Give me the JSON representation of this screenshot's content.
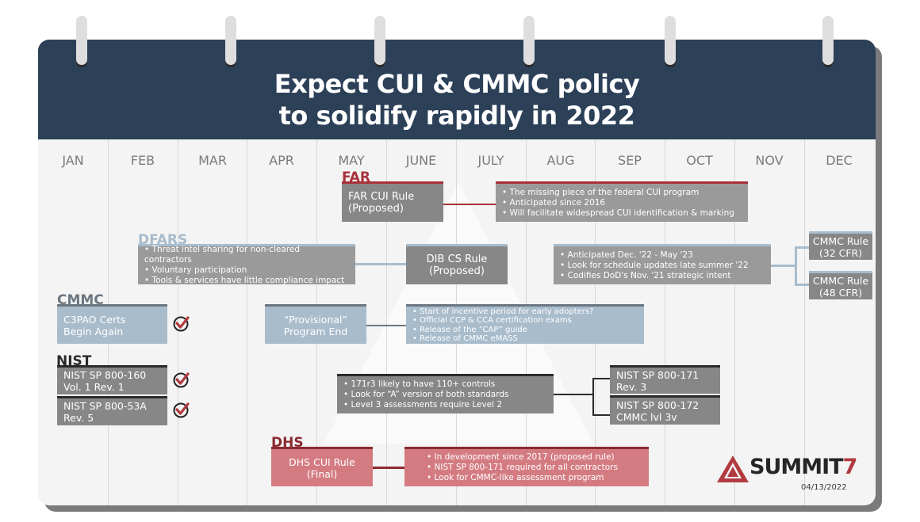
{
  "header": {
    "title_line1": "Expect CUI & CMMC policy",
    "title_line2": "to solidify rapidly in 2022"
  },
  "months": [
    "JAN",
    "FEB",
    "MAR",
    "APR",
    "MAY",
    "JUNE",
    "JULY",
    "AUG",
    "SEP",
    "OCT",
    "NOV",
    "DEC"
  ],
  "colors": {
    "header_bg": "#2c4058",
    "far_accent": "#a8323a",
    "dfars_accent": "#a8bccc",
    "cmmc_accent": "#6b7680",
    "nist_accent": "#2a2a2a",
    "dhs_accent": "#8a2a30",
    "box_gray": "#878787",
    "box_blue": "#a8bccc",
    "box_pink": "#d47b82"
  },
  "far": {
    "label": "FAR",
    "rule_line1": "FAR CUI Rule",
    "rule_line2": "(Proposed)",
    "bullets": [
      "• The missing piece of the federal CUI program",
      "• Anticipated since 2016",
      "• Will facilitate widespread CUI identification & marking"
    ]
  },
  "dfars": {
    "label": "DFARS",
    "bullets": [
      "• Threat intel sharing for non-cleared contractors",
      "• Voluntary participation",
      "• Tools & services have little compliance impact"
    ],
    "rule_line1": "DIB CS Rule",
    "rule_line2": "(Proposed)",
    "cmmc_bullets": [
      "• Anticipated Dec. '22 - May '23",
      "• Look for schedule updates late summer '22",
      "• Codifies DoD's Nov. '21 strategic intent"
    ],
    "cmmc_rule_32_line1": "CMMC Rule",
    "cmmc_rule_32_line2": "(32 CFR)",
    "cmmc_rule_48_line1": "CMMC Rule",
    "cmmc_rule_48_line2": "(48 CFR)"
  },
  "cmmc": {
    "label": "CMMC",
    "c3pao_line1": "C3PAO Certs",
    "c3pao_line2": "Begin Again",
    "prov_line1": "“Provisional”",
    "prov_line2": "Program End",
    "bullets": [
      "• Start of incentive period for early adopters?",
      "• Official CCP & CCA certification exams",
      "• Release of the “CAP” guide",
      "• Release of CMMC eMASS"
    ]
  },
  "nist": {
    "label": "NIST",
    "sp160_line1": "NIST SP 800-160",
    "sp160_line2": "Vol. 1 Rev. 1",
    "sp53a_line1": "NIST SP 800-53A",
    "sp53a_line2": "Rev. 5",
    "bullets": [
      "• 171r3 likely to have 110+ controls",
      "• Look for “A” version of both standards",
      "• Level 3 assessments require Level 2"
    ],
    "sp171_line1": "NIST SP 800-171",
    "sp171_line2": "Rev. 3",
    "sp172_line1": "NIST SP 800-172",
    "sp172_line2": "CMMC lvl 3v"
  },
  "dhs": {
    "label": "DHS",
    "rule_line1": "DHS CUI Rule",
    "rule_line2": "(Final)",
    "bullets": [
      "• In development since 2017 (proposed rule)",
      "• NIST SP 800-171 required for all contractors",
      "• Look for CMMC-like assessment program"
    ]
  },
  "footer": {
    "logo_text": "SUMMIT",
    "logo_num": "7",
    "date": "04/13/2022"
  }
}
